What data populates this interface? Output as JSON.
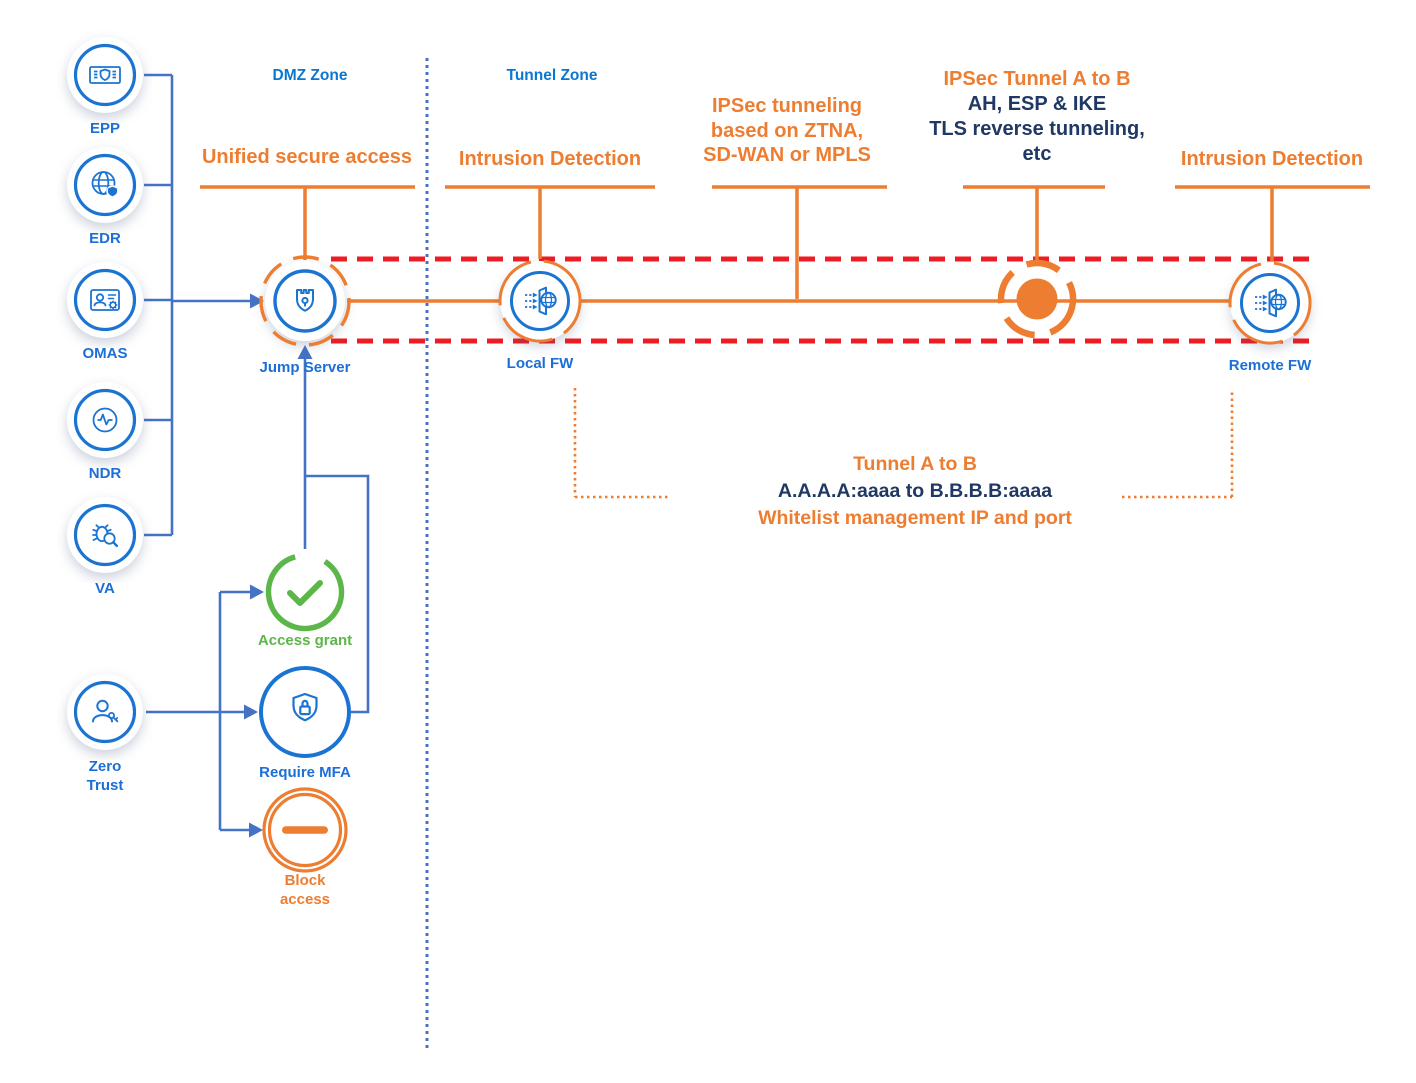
{
  "colors": {
    "orange": "#ED7D31",
    "blue": "#1B74D2",
    "connector": "#4472C4",
    "red": "#ED1C24",
    "navy": "#1F3864",
    "green": "#5CB64A",
    "zoneblue": "#0B76D1",
    "labelblue": "#1B6FD6"
  },
  "zones": {
    "dmz": "DMZ Zone",
    "tunnel": "Tunnel Zone"
  },
  "sources": [
    {
      "label": "EPP"
    },
    {
      "label": "EDR"
    },
    {
      "label": "OMAS"
    },
    {
      "label": "NDR"
    },
    {
      "label": "VA"
    },
    {
      "label": "Zero Trust"
    }
  ],
  "nodes": {
    "jump_server": "Jump Server",
    "local_fw": "Local FW",
    "remote_fw": "Remote FW"
  },
  "decisions": {
    "access_grant": "Access grant",
    "require_mfa": "Require MFA",
    "block_access": "Block access"
  },
  "annotations": {
    "unified": "Unified secure access",
    "intrusion_left": "Intrusion Detection",
    "intrusion_right": "Intrusion Detection",
    "ipsec_tunneling": [
      "IPSec tunneling",
      "based on ZTNA,",
      "SD-WAN or MPLS"
    ],
    "ipsec_ab": {
      "title": "IPSec Tunnel A to B",
      "lines": [
        "AH, ESP & IKE",
        "TLS reverse tunneling,",
        "etc"
      ]
    },
    "tunnel_block": {
      "line1": "Tunnel A to B",
      "line2": "A.A.A.A:aaaa to B.B.B.B:aaaa",
      "line3": "Whitelist management IP and port"
    }
  },
  "icons": {
    "epp": "endpoint-protection-screen-icon",
    "edr": "globe-shield-icon",
    "omas": "id-card-gear-icon",
    "ndr": "pulse-monitor-icon",
    "va": "bug-magnifier-icon",
    "zero_trust": "user-key-icon",
    "jump_server": "fortress-shield-icon",
    "firewall": "firewall-globe-icon",
    "hub": "tunnel-endpoint-dot-icon",
    "access_grant": "check-circle-icon",
    "require_mfa": "shield-lock-icon",
    "block_access": "minus-circle-icon"
  }
}
